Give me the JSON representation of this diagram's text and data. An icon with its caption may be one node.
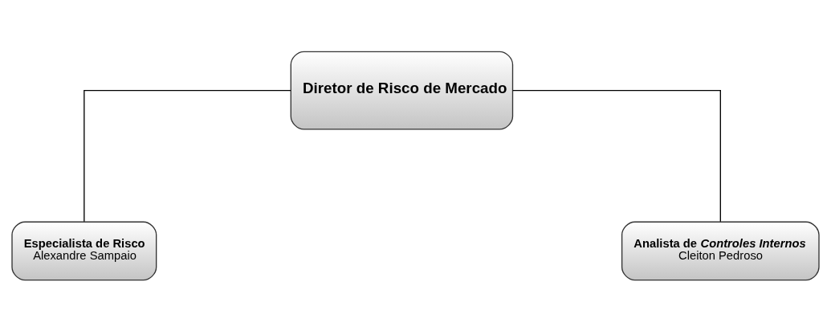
{
  "diagram": {
    "nodes": [
      {
        "text": [
          "Diretor de Risco de Mercado"
        ]
      },
      {
        "text": [
          "Especialista de Risco",
          "Alexandre Sampaio"
        ]
      },
      {
        "text": [
          "Analista de *Controles Internos*",
          "Cleiton Pedroso"
        ]
      }
    ],
    "edges": [
      {
        "from": 0,
        "to": 1,
        "arrow": "none"
      },
      {
        "from": 0,
        "to": 2,
        "arrow": "none"
      }
    ]
  }
}
